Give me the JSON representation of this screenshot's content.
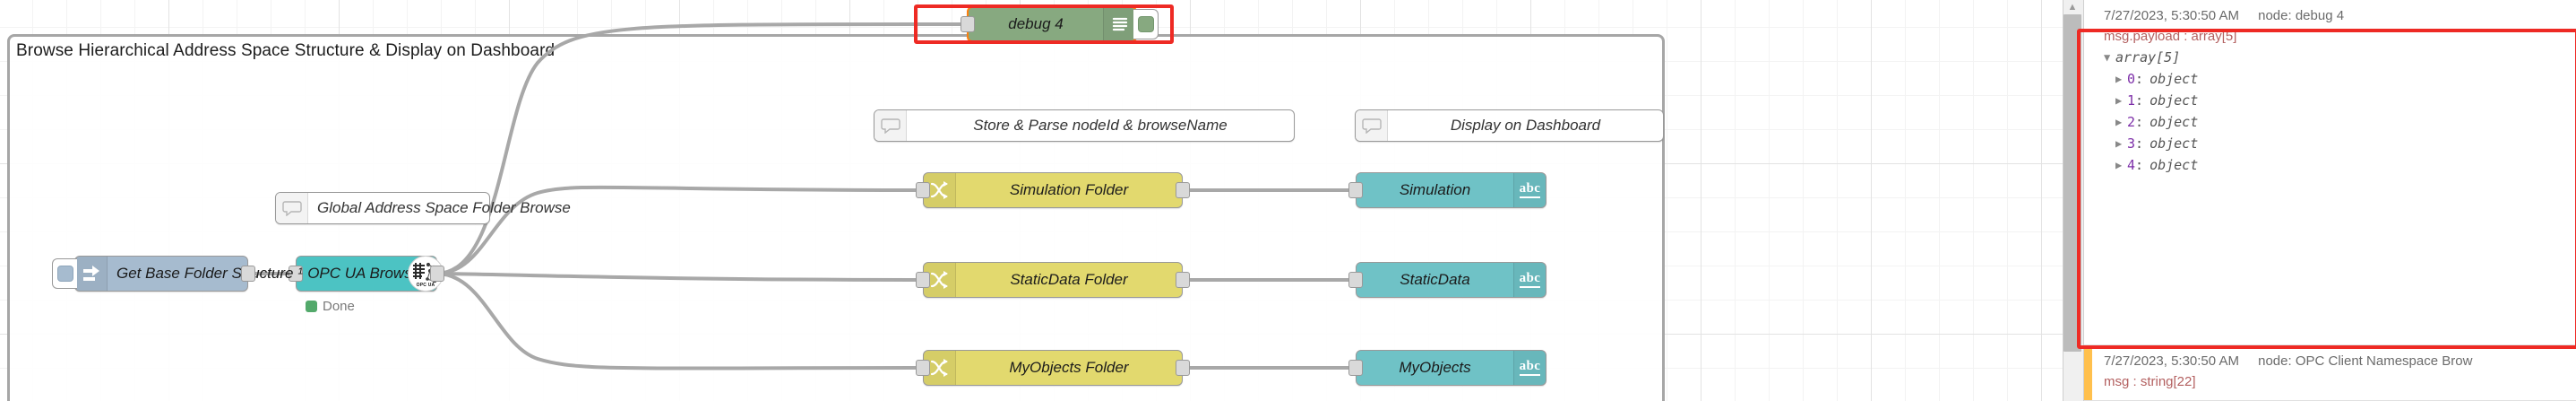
{
  "canvas": {
    "group": {
      "title": "Browse Hierarchical Address Space Structure & Display on Dashboard"
    },
    "nodes": {
      "inject": {
        "label": "Get Base Folder Structure ¹",
        "icon": "inject-arrow-icon"
      },
      "opcua_browser": {
        "label": "OPC UA Browser",
        "icon": "opcua-logo-icon",
        "status": "Done",
        "status_color": "#53a96b"
      },
      "debug4": {
        "label": "debug 4",
        "icon": "debug-lines-icon",
        "selected": true
      },
      "comment_global": {
        "label": "Global Address Space Folder Browse",
        "icon": "comment-bubble-icon"
      },
      "comment_store": {
        "label": "Store & Parse nodeId & browseName",
        "icon": "comment-bubble-icon"
      },
      "comment_display": {
        "label": "Display on Dashboard",
        "icon": "comment-bubble-icon"
      },
      "switch_simulation": {
        "label": "Simulation Folder",
        "icon": "switch-icon"
      },
      "switch_staticdata": {
        "label": "StaticData Folder",
        "icon": "switch-icon"
      },
      "switch_myobjects": {
        "label": "MyObjects Folder",
        "icon": "switch-icon"
      },
      "text_simulation": {
        "label": "Simulation",
        "icon": "abc-icon"
      },
      "text_staticdata": {
        "label": "StaticData",
        "icon": "abc-icon"
      },
      "text_myobjects": {
        "label": "MyObjects",
        "icon": "abc-icon"
      }
    }
  },
  "sidebar": {
    "messages": [
      {
        "timestamp": "7/27/2023, 5:30:50 AM",
        "node": "node: debug 4",
        "topic": "msg.payload : array[5]",
        "bar_color": "#ffffff",
        "tree": {
          "root": "array[5]",
          "root_twisty": "▼",
          "items": [
            {
              "twisty": "▶",
              "index": "0",
              "value": "object"
            },
            {
              "twisty": "▶",
              "index": "1",
              "value": "object"
            },
            {
              "twisty": "▶",
              "index": "2",
              "value": "object"
            },
            {
              "twisty": "▶",
              "index": "3",
              "value": "object"
            },
            {
              "twisty": "▶",
              "index": "4",
              "value": "object"
            }
          ]
        }
      },
      {
        "timestamp": "7/27/2023, 5:30:50 AM",
        "node": "node: OPC Client Namespace Brow",
        "topic": "msg : string[22]",
        "bar_color": "#ffc04d"
      }
    ]
  },
  "colors": {
    "annotation": "#ee2a24",
    "selection": "#ff7f0e",
    "inject": "#a6bbcf",
    "opcua": "#4cc3c3",
    "switch": "#e2d96e",
    "dashboard_text": "#6fc2c6",
    "debug": "#87a980"
  }
}
